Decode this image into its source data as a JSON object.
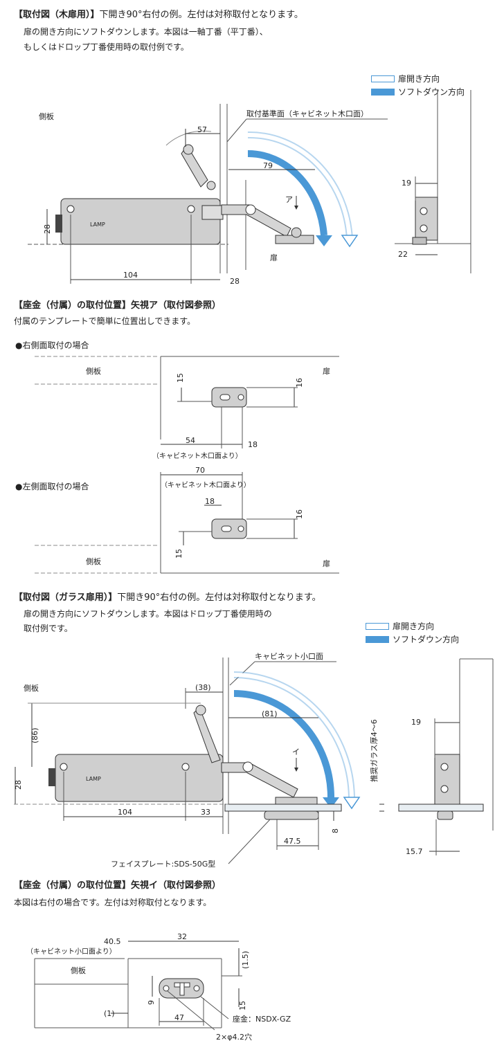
{
  "section1": {
    "title": "【取付図（木扉用）】",
    "lines": [
      "下開き90°右付の例。左付は対称取付となります。",
      "扉の開き方向にソフトダウンします。本図は一軸丁番（平丁番）、",
      "もしくはドロップ丁番使用時の取付例です。"
    ],
    "legend_open": "扉開き方向",
    "legend_soft": "ソフトダウン方向",
    "side_panel": "側板",
    "ref_face": "取付基準面（キャビネット木口面）",
    "arrow_label": "ア",
    "door": "扉",
    "dims": {
      "d57": "57",
      "d79": "79",
      "d28v": "28",
      "d104": "104",
      "d28h": "28",
      "d19": "19",
      "d22": "22"
    }
  },
  "section2": {
    "title": "【座金（付属）の取付位置】矢視ア（取付図参照）",
    "desc": "付属のテンプレートで簡単に位置出しできます。",
    "right_case": "●右側面取付の場合",
    "left_case": "●左側面取付の場合",
    "side_panel": "側板",
    "door": "扉",
    "from_edge": "（キャビネット木口面より）",
    "dims": {
      "d15": "15",
      "d16": "16",
      "d54": "54",
      "d18": "18",
      "d70": "70"
    }
  },
  "section3": {
    "title": "【取付図（ガラス扉用）】",
    "lines": [
      "下開き90°右付の例。左付は対称取付となります。",
      "扉の開き方向にソフトダウンします。本図はドロップ丁番使用時の",
      "取付例です。"
    ],
    "legend_open": "扉開き方向",
    "legend_soft": "ソフトダウン方向",
    "side_panel": "側板",
    "ref_face": "キャビネット小口面",
    "arrow_label": "イ",
    "glass_note": "推奨ガラス厚4～6",
    "face_plate": "フェイスプレート:SDS-50G型",
    "dims": {
      "d38": "(38)",
      "d81": "(81)",
      "d86": "(86)",
      "d28": "28",
      "d104": "104",
      "d33": "33",
      "d8": "8",
      "d47_5": "47.5",
      "d19": "19",
      "d15_7": "15.7"
    }
  },
  "section4": {
    "title": "【座金（付属）の取付位置】矢視イ（取付図参照）",
    "desc": "本図は右付の場合です。左付は対称取付となります。",
    "side_panel": "側板",
    "from_edge": "（キャビネット小口面より）",
    "washer": "座金：NSDX-GZ",
    "holes": "2×φ4.2穴",
    "dims": {
      "d40_5": "40.5",
      "d32": "32",
      "d1_5": "(1.5)",
      "d9": "9",
      "d15": "15",
      "d1": "(1)",
      "d47": "47"
    }
  },
  "colors": {
    "soft": "#4a98d6",
    "line": "#333333",
    "part": "#c9c9c9"
  }
}
